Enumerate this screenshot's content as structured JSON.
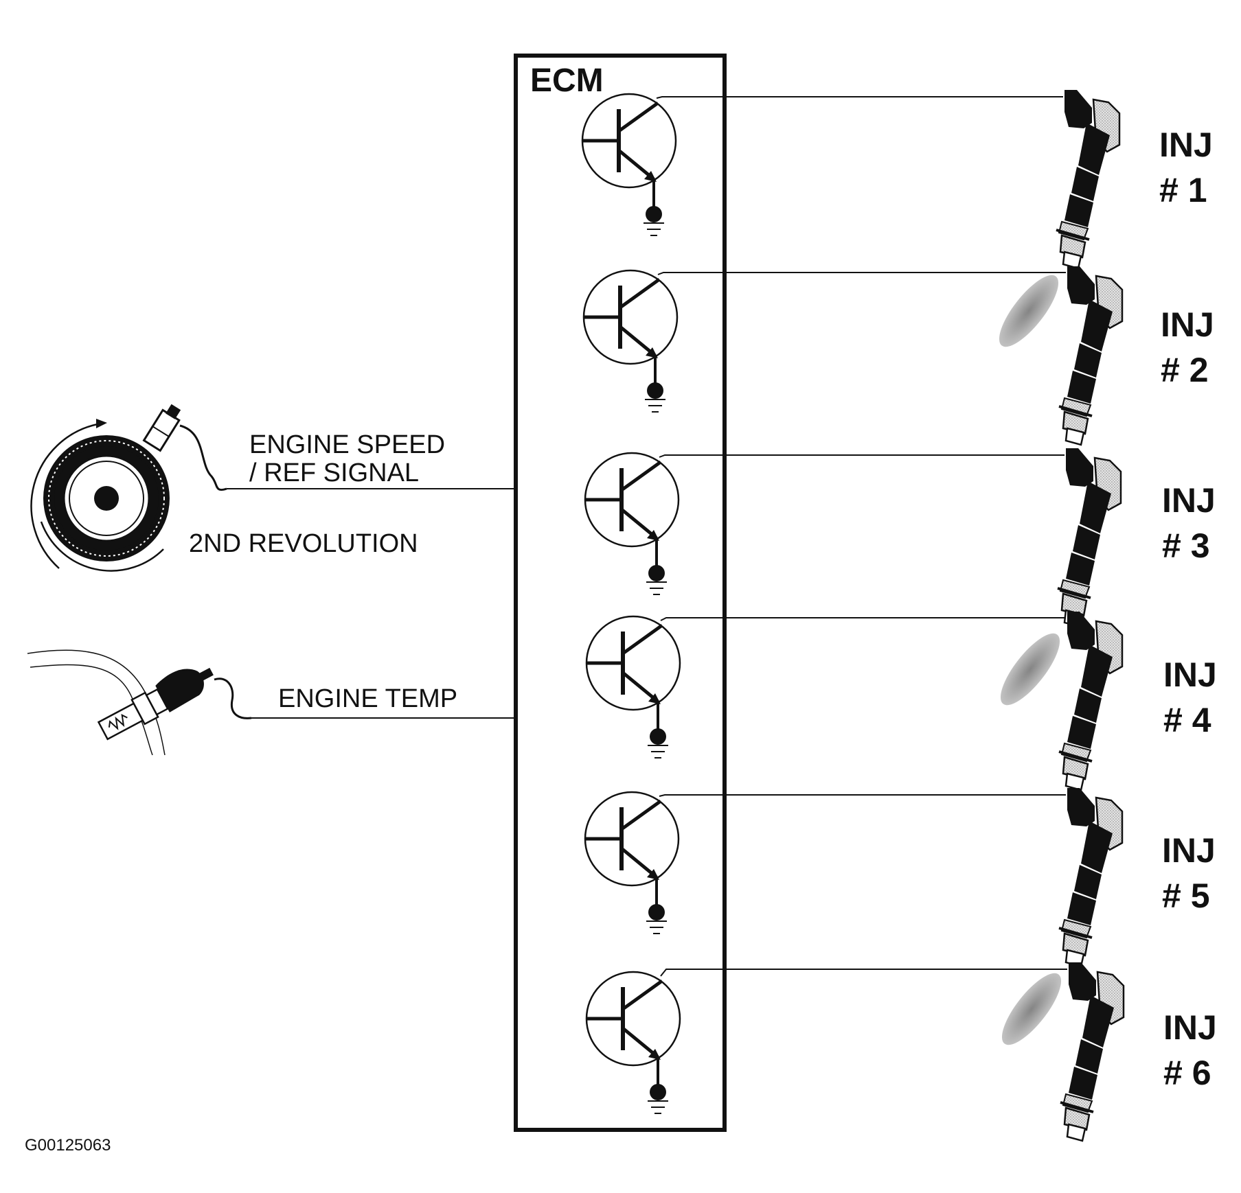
{
  "ecm": {
    "label": "ECM"
  },
  "inputs": {
    "speed_line1": "ENGINE SPEED",
    "speed_line2": "/ REF SIGNAL",
    "revolution": "2ND REVOLUTION",
    "temp": "ENGINE TEMP"
  },
  "injectors": [
    {
      "name": "INJ",
      "number": "# 1",
      "spraying": true
    },
    {
      "name": "INJ",
      "number": "# 2",
      "spraying": false
    },
    {
      "name": "INJ",
      "number": "# 3",
      "spraying": true
    },
    {
      "name": "INJ",
      "number": "# 4",
      "spraying": false
    },
    {
      "name": "INJ",
      "number": "# 5",
      "spraying": true
    },
    {
      "name": "INJ",
      "number": "# 6",
      "spraying": false
    }
  ],
  "figure_id": "G00125063"
}
